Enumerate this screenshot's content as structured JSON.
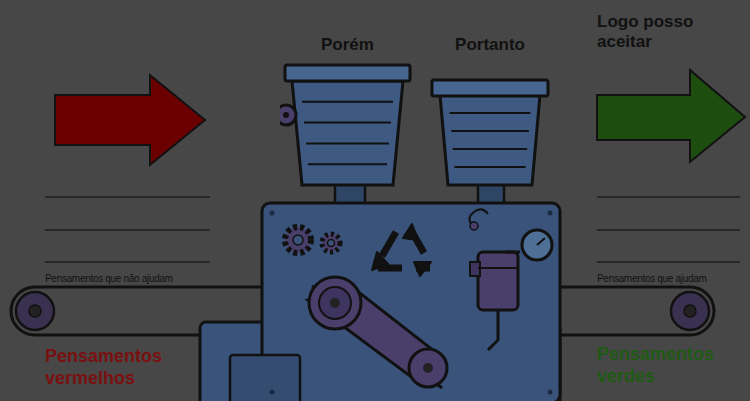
{
  "diagram": {
    "nodes": [
      {
        "text": [
          "Porém"
        ]
      },
      {
        "text": [
          "Portanto"
        ]
      }
    ],
    "labels": [
      "Logo posso aceitar",
      "Pensamentos que não ajudam",
      "Pensamentos vermelhos",
      "Pensamentos que ajudam",
      "Pensamentos verdes"
    ]
  }
}
